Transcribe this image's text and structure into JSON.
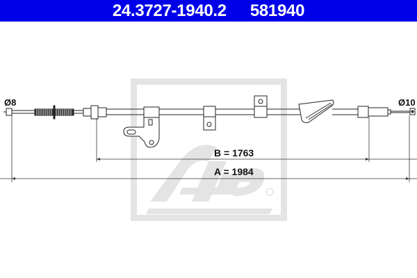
{
  "header": {
    "part_number": "24.3727-1940.2",
    "reference_number": "581940",
    "background_color": "#0000e8",
    "text_color": "#ffffff"
  },
  "drawing": {
    "subject": "parking brake cable",
    "left_end": {
      "label": "Ø8"
    },
    "right_end": {
      "label": "Ø10"
    },
    "dimensions": {
      "B": {
        "label": "B = 1763",
        "value": 1763
      },
      "A": {
        "label": "A = 1984",
        "value": 1984
      }
    },
    "watermark": {
      "logo": "Ate",
      "registered_mark": "®",
      "color": "#e3e3e3"
    }
  }
}
